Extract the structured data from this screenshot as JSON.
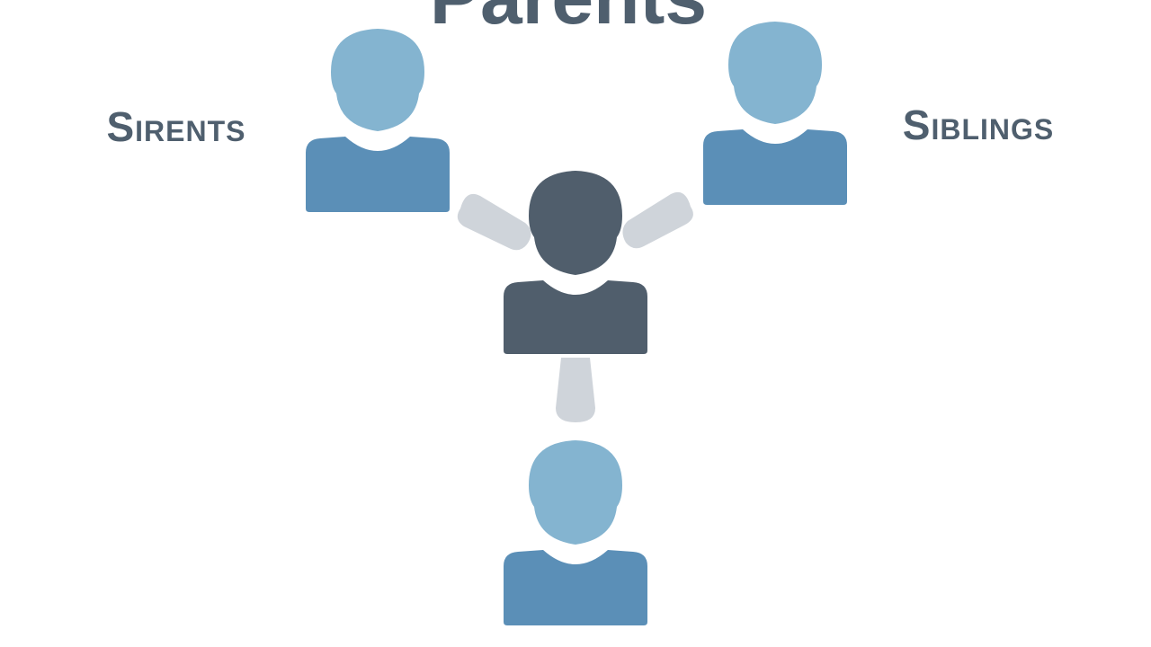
{
  "title": "Parents",
  "labels": {
    "left": "Sirents",
    "right": "Siblings"
  },
  "colors": {
    "text": "#4f5f6e",
    "person_light_head": "#84b4d0",
    "person_light_body": "#5b8fb7",
    "person_dark": "#505e6c",
    "connector": "#cfd4da",
    "background": "#ffffff"
  },
  "nodes": [
    {
      "id": "parent-left",
      "role": "person-icon"
    },
    {
      "id": "parent-right",
      "role": "person-icon"
    },
    {
      "id": "self",
      "role": "person-icon"
    },
    {
      "id": "child",
      "role": "person-icon"
    }
  ]
}
